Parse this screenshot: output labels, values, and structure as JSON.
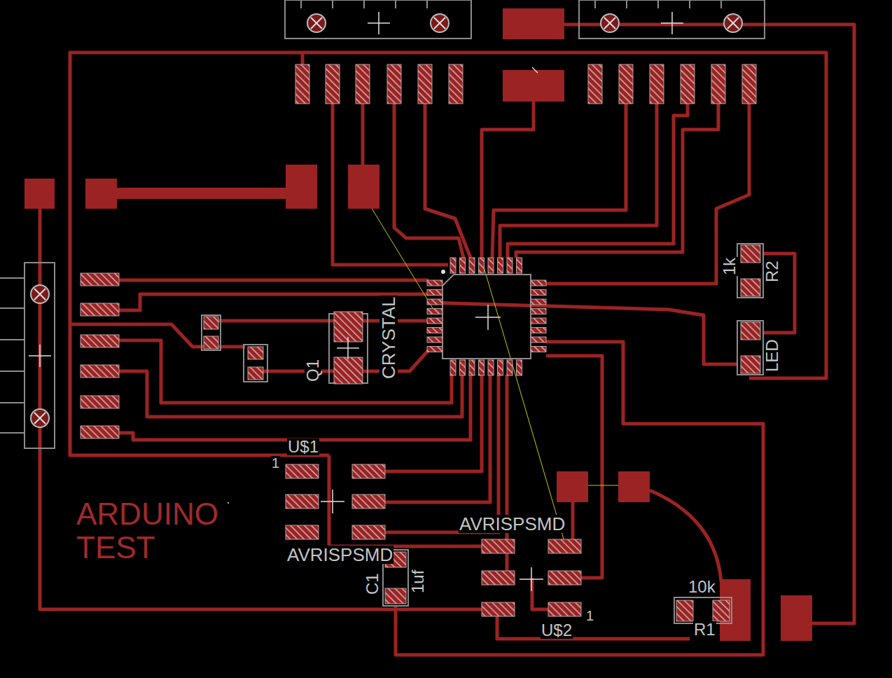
{
  "diagram": {
    "labels": [
      "1k",
      "R2",
      "Q1",
      "CRYSTAL",
      "LED",
      "U$1",
      "1",
      "ARDUINO TEST",
      "AVRISPSMD",
      "AVRISPSMD",
      "C1",
      "1uf",
      "10k",
      "1",
      "U$2",
      "R1"
    ]
  }
}
